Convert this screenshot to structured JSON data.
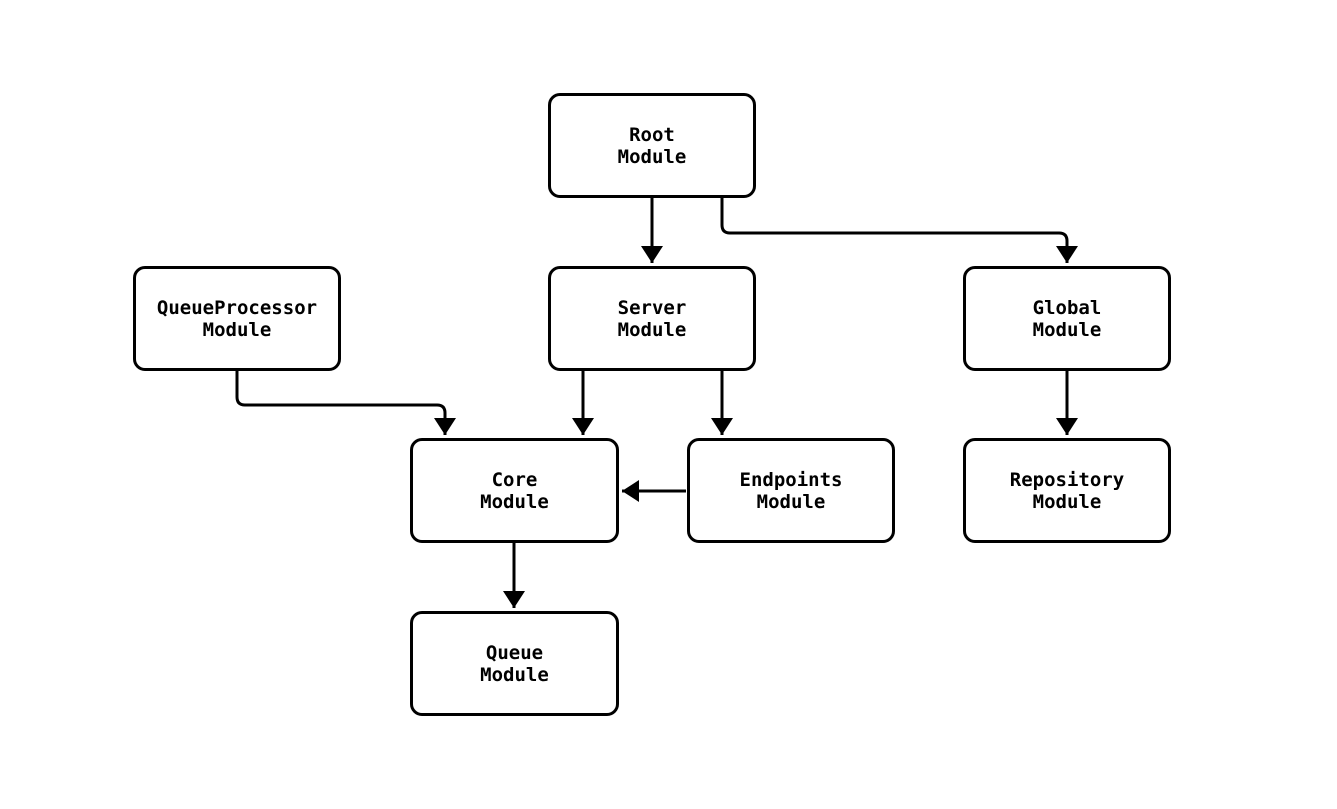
{
  "diagram": {
    "type": "flowchart",
    "direction": "top-down",
    "colors": {
      "background": "#ffffff",
      "node_fill": "#ffffff",
      "node_border": "#000000",
      "edge": "#000000",
      "text": "#000000"
    },
    "nodes": [
      {
        "id": "root",
        "label": "Root\nModule"
      },
      {
        "id": "server",
        "label": "Server\nModule"
      },
      {
        "id": "global",
        "label": "Global\nModule"
      },
      {
        "id": "queueprocessor",
        "label": "QueueProcessor\nModule"
      },
      {
        "id": "core",
        "label": "Core\nModule"
      },
      {
        "id": "endpoints",
        "label": "Endpoints\nModule"
      },
      {
        "id": "repository",
        "label": "Repository\nModule"
      },
      {
        "id": "queue",
        "label": "Queue\nModule"
      }
    ],
    "edges": [
      {
        "from": "root",
        "to": "server"
      },
      {
        "from": "root",
        "to": "global"
      },
      {
        "from": "queueprocessor",
        "to": "core"
      },
      {
        "from": "server",
        "to": "core"
      },
      {
        "from": "server",
        "to": "endpoints"
      },
      {
        "from": "endpoints",
        "to": "core"
      },
      {
        "from": "global",
        "to": "repository"
      },
      {
        "from": "core",
        "to": "queue"
      }
    ]
  }
}
